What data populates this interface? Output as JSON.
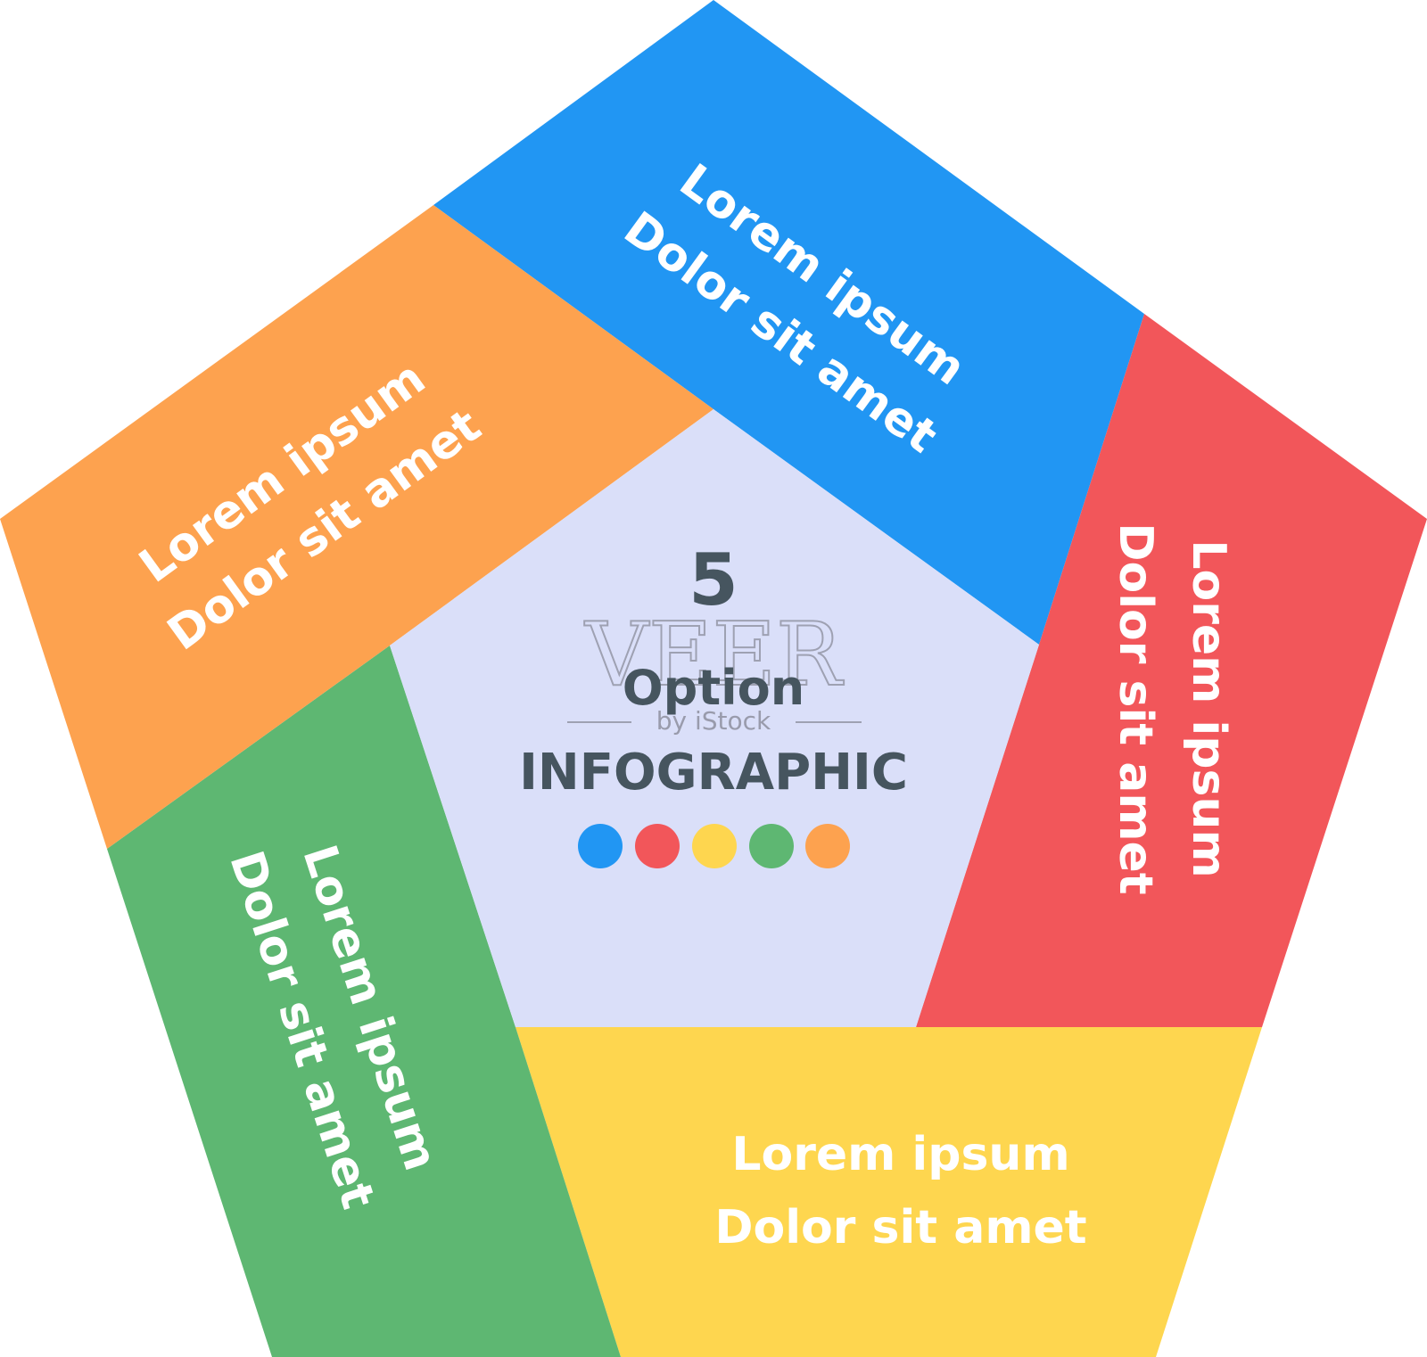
{
  "diagram": {
    "center": {
      "number": "5",
      "option": "Option",
      "infographic": "INFOGRAPHIC"
    },
    "segments": [
      {
        "id": "blue",
        "color": "#2196f3",
        "line1": "Lorem ipsum",
        "line2": "Dolor sit amet"
      },
      {
        "id": "red",
        "color": "#f2565a",
        "line1": "Lorem ipsum",
        "line2": "Dolor sit amet"
      },
      {
        "id": "yellow",
        "color": "#fed64f",
        "line1": "Lorem ipsum",
        "line2": "Dolor sit amet"
      },
      {
        "id": "green",
        "color": "#5eb772",
        "line1": "Lorem ipsum",
        "line2": "Dolor sit amet"
      },
      {
        "id": "orange",
        "color": "#fda24f",
        "line1": "Lorem ipsum",
        "line2": "Dolor sit amet"
      }
    ],
    "center_fill": "#dadff9",
    "dots": [
      "#2196f3",
      "#f2565a",
      "#fed64f",
      "#5eb772",
      "#fda24f"
    ]
  },
  "watermark": {
    "brand": "VEER",
    "sub": "by iStock"
  }
}
